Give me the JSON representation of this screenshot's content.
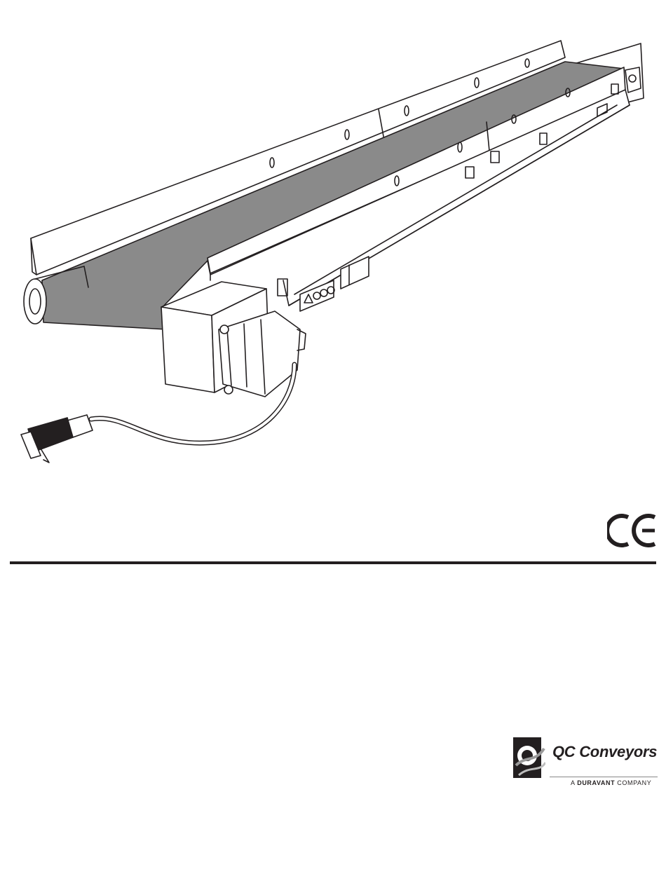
{
  "document": {
    "mark": "CE",
    "logo": {
      "name": "QC Conveyors",
      "tagline_prefix": "A ",
      "tagline_brand": "DURAVANT",
      "tagline_suffix": " COMPANY"
    },
    "colors": {
      "ink": "#231f20",
      "belt": "#8a8a8a",
      "frame": "#ffffff"
    }
  }
}
